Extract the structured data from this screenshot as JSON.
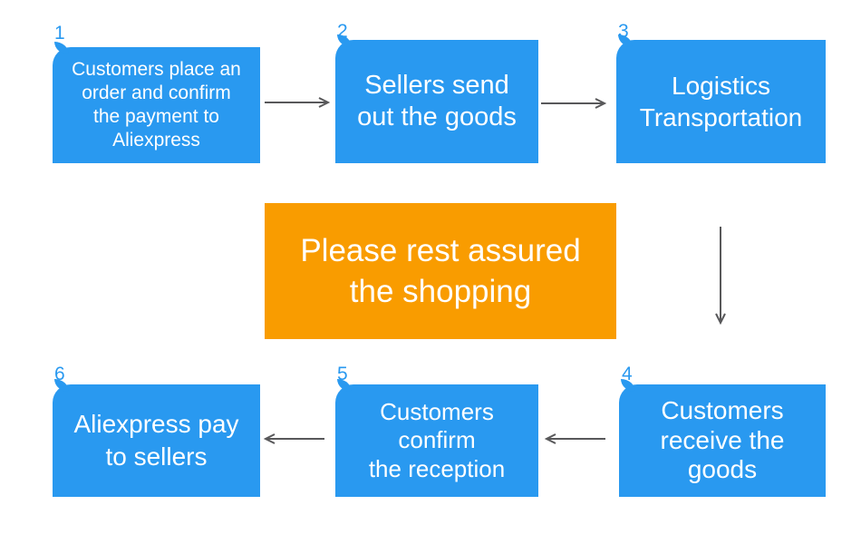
{
  "colors": {
    "box_blue": "#2999F0",
    "box_orange": "#F99C00",
    "arrow_gray": "#58585A",
    "number_blue": "#2999F0",
    "text_white": "#FFFFFF"
  },
  "steps": [
    {
      "number": "1",
      "lines": [
        "Customers place an",
        "order and confirm",
        "the payment to",
        "Aliexpress"
      ]
    },
    {
      "number": "2",
      "lines": [
        "Sellers send",
        "out the goods"
      ]
    },
    {
      "number": "3",
      "lines": [
        "Logistics",
        "Transportation"
      ]
    },
    {
      "number": "4",
      "lines": [
        "Customers",
        "receive the",
        "goods"
      ]
    },
    {
      "number": "5",
      "lines": [
        "Customers",
        "confirm",
        "the reception"
      ]
    },
    {
      "number": "6",
      "lines": [
        "Aliexpress pay",
        "to sellers"
      ]
    }
  ],
  "banner": {
    "lines": [
      "Please rest assured",
      "the shopping"
    ]
  },
  "connections": [
    "step1→step2",
    "step2→step3",
    "step3→step4",
    "step4→step5",
    "step5→step6"
  ]
}
